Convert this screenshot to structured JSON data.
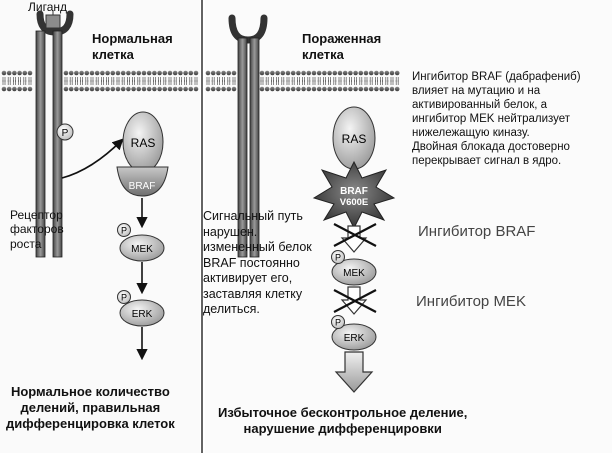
{
  "normal_cell": {
    "ligand_label": "Лиганд",
    "title": "Нормальная\nклетка",
    "receptor_label": "Рецептор\nфакторов\nроста",
    "phospho_label": "P",
    "proteins": {
      "ras": "RAS",
      "braf": "BRAF",
      "mek": "MEK",
      "erk": "ERK"
    },
    "caption": "Нормальное количество\nделений, правильная\nдифференцировка клеток"
  },
  "affected_cell": {
    "title": "Пораженная\nклетка",
    "inhibitor_description": "Ингибитор BRAF (дабрафениб)\nвлияет на мутацию и на\nактивированный белок, а\nингибитор MEK нейтрализует\nнижележащую киназу.\nДвойная блокада достоверно\nперекрывает сигнал в ядро.",
    "pathway_text": "Сигнальный путь\nнарушен.\nизмененный белок\nBRAF постоянно\nактивирует его,\nзаставляя клетку\nделиться.",
    "phospho_label": "P",
    "proteins": {
      "ras": "RAS",
      "braf_mutant_line1": "BRAF",
      "braf_mutant_line2": "V600E",
      "mek": "MEK",
      "erk": "ERK"
    },
    "braf_inhibitor_label": "Ингибитор BRAF",
    "mek_inhibitor_label": "Ингибитор MEK",
    "caption": "Избыточное бесконтрольное деление,\nнарушение дифференцировки"
  }
}
